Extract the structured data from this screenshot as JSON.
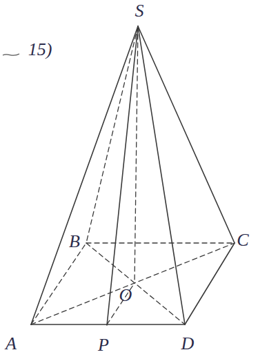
{
  "diagram": {
    "labels": [
      "S",
      "15)",
      "B",
      "C",
      "O",
      "A",
      "P",
      "D"
    ]
  }
}
